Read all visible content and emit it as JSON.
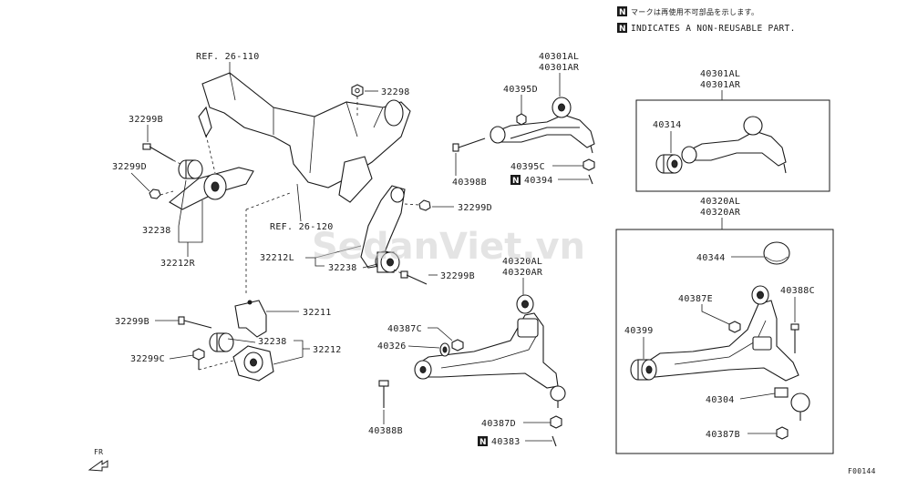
{
  "notes": {
    "jp": "マークは再使用不可部品を示します。",
    "en": "INDICATES A NON-REUSABLE PART.",
    "n_mark": "N"
  },
  "refs": {
    "ref1": "REF. 26-110",
    "ref2": "REF. 26-120"
  },
  "labels": {
    "p32298": "32298",
    "p32299B_a": "32299B",
    "p32299D_a": "32299D",
    "p32238_a": "32238",
    "p32212R": "32212R",
    "p32299D_b": "32299D",
    "p32212L": "32212L",
    "p32238_b": "32238",
    "p32299B_b": "32299B",
    "p32211": "32211",
    "p32299B_c": "32299B",
    "p32238_c": "32238",
    "p32212": "32212",
    "p32299C": "32299C",
    "p40301AL": "40301AL",
    "p40301AR": "40301AR",
    "p40395D": "40395D",
    "p40398B": "40398B",
    "p40395C": "40395C",
    "p40394": "40394",
    "p40320AL": "40320AL",
    "p40320AR": "40320AR",
    "p40387C": "40387C",
    "p40326": "40326",
    "p40388B": "40388B",
    "p40387D": "40387D",
    "p40383": "40383",
    "box1_40301AL": "40301AL",
    "box1_40301AR": "40301AR",
    "p40314": "40314",
    "box2_40320AL": "40320AL",
    "box2_40320AR": "40320AR",
    "p40344": "40344",
    "p40387E": "40387E",
    "p40388C": "40388C",
    "p40399": "40399",
    "p40304": "40304",
    "p40387B": "40387B"
  },
  "footer": {
    "fr": "FR",
    "code": "F00144"
  },
  "watermark": "SedanViet.vn"
}
